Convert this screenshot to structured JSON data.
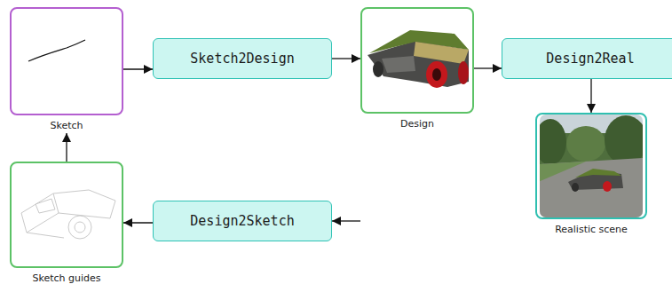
{
  "diagram": {
    "nodes": [
      {
        "text": [
          "Sketch"
        ]
      },
      {
        "text": [
          "Sketch2Design"
        ]
      },
      {
        "text": [
          "Design"
        ]
      },
      {
        "text": [
          "Design2Real"
        ]
      },
      {
        "text": [
          "Realistic scene"
        ]
      },
      {
        "text": [
          "Sketch guides"
        ]
      },
      {
        "text": [
          "Design2Sketch"
        ]
      }
    ],
    "edges": [
      {
        "from": 0,
        "to": 1,
        "arrow": "to"
      },
      {
        "from": 1,
        "to": 2,
        "arrow": "to"
      },
      {
        "from": 2,
        "to": 3,
        "arrow": "to"
      },
      {
        "from": 3,
        "to": 4,
        "arrow": "to"
      },
      {
        "from": 2,
        "to": 6,
        "arrow": "to"
      },
      {
        "from": 6,
        "to": 5,
        "arrow": "to"
      },
      {
        "from": 5,
        "to": 0,
        "arrow": "to"
      }
    ]
  }
}
